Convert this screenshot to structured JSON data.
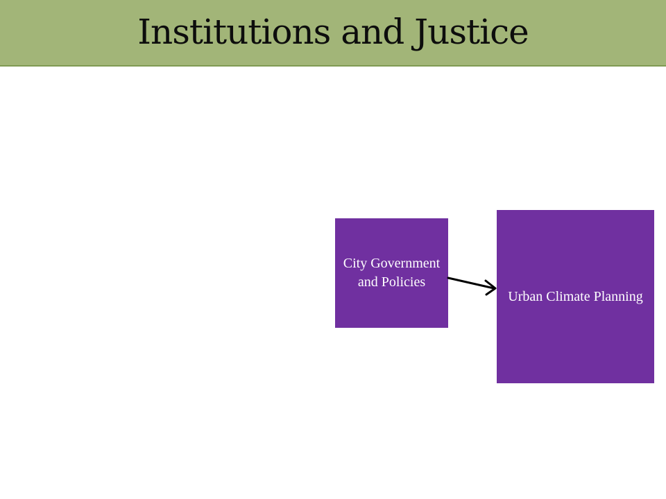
{
  "slide": {
    "title": "Institutions and Justice",
    "accent_color": "#a2b578",
    "box_color": "#7030a0"
  },
  "diagram": {
    "nodes": [
      {
        "id": "city-government",
        "label": "City Government and Policies"
      },
      {
        "id": "urban-climate-planning",
        "label": "Urban Climate Planning"
      }
    ],
    "edges": [
      {
        "from": "city-government",
        "to": "urban-climate-planning"
      }
    ]
  }
}
